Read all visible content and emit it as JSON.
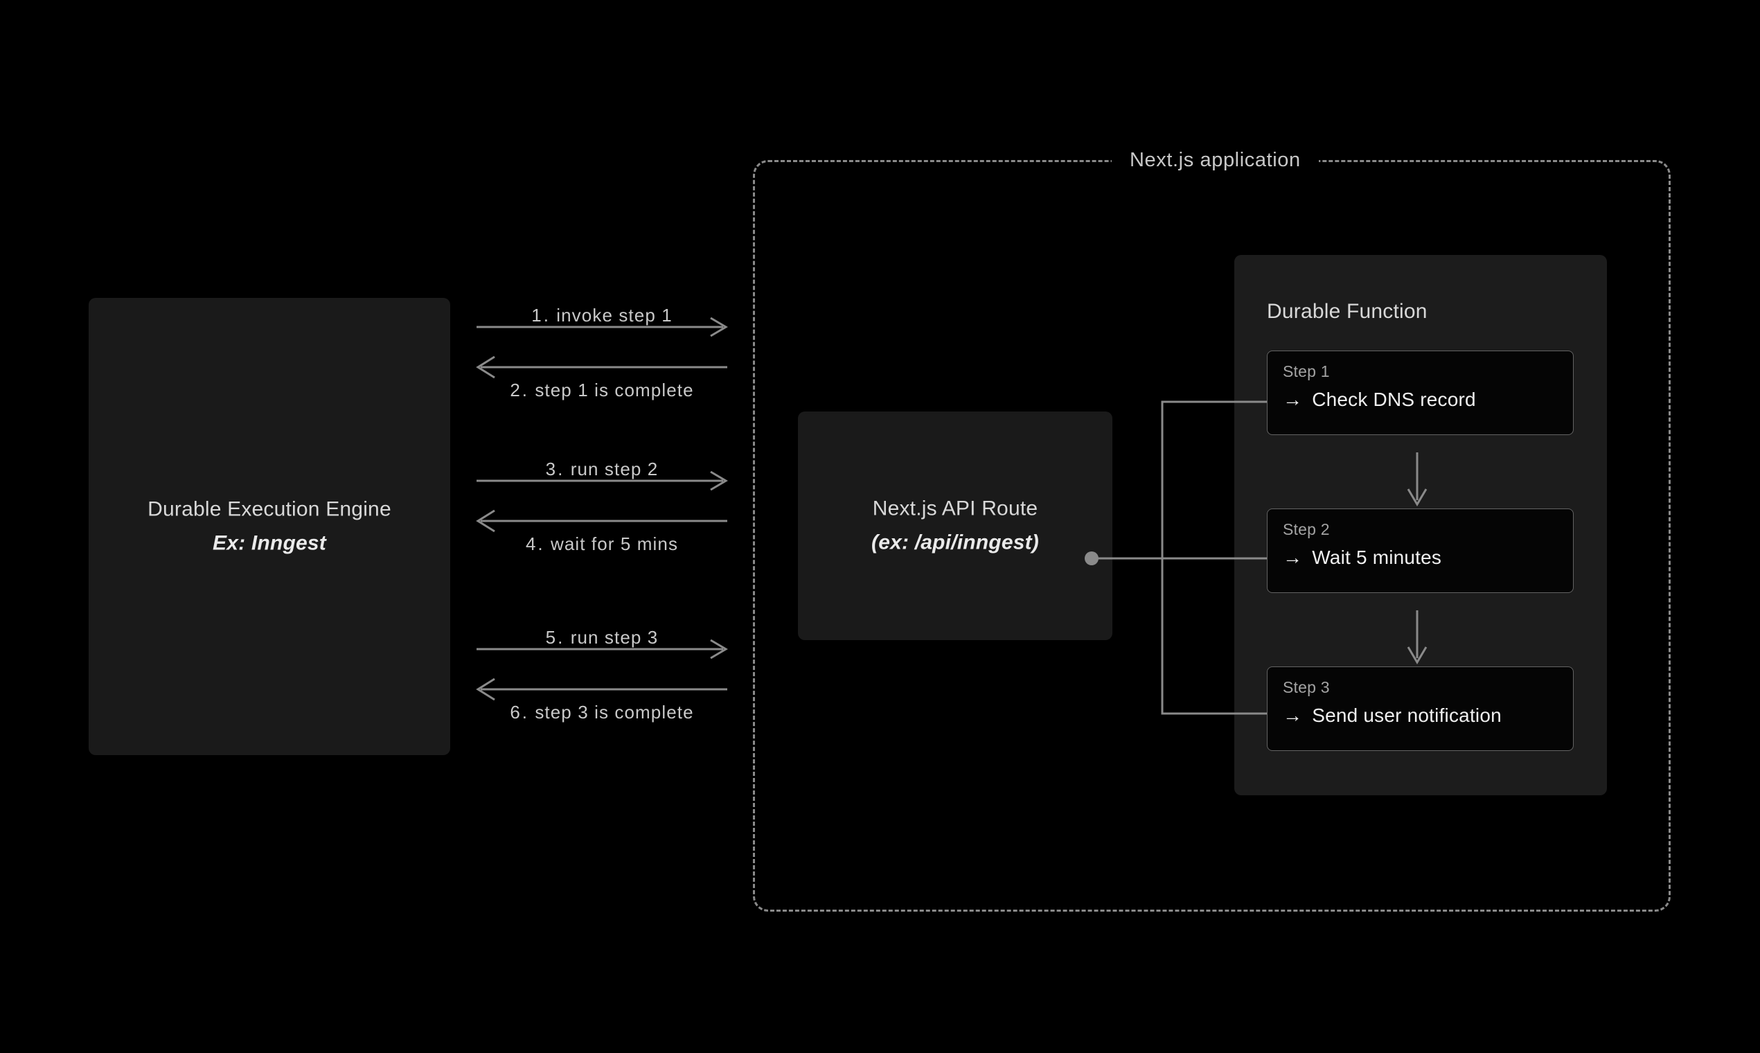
{
  "engine": {
    "title": "Durable Execution Engine",
    "subtitle": "Ex: Inngest"
  },
  "messages": [
    {
      "num": "1.",
      "text": "invoke step 1",
      "direction": "right",
      "label_position": "above"
    },
    {
      "num": "2.",
      "text": "step 1 is complete",
      "direction": "left",
      "label_position": "below"
    },
    {
      "num": "3.",
      "text": "run step 2",
      "direction": "right",
      "label_position": "above"
    },
    {
      "num": "4.",
      "text": "wait for 5 mins",
      "direction": "left",
      "label_position": "below"
    },
    {
      "num": "5.",
      "text": "run step 3",
      "direction": "right",
      "label_position": "above"
    },
    {
      "num": "6.",
      "text": "step 3 is complete",
      "direction": "left",
      "label_position": "below"
    }
  ],
  "nextjs": {
    "title": "Next.js application",
    "api_route": {
      "title": "Next.js API Route",
      "subtitle": "(ex: /api/inngest)"
    },
    "durable_function": {
      "title": "Durable Function",
      "steps": [
        {
          "kicker": "Step 1",
          "arrow": "→",
          "text": "Check DNS record"
        },
        {
          "kicker": "Step 2",
          "arrow": "→",
          "text": "Wait 5 minutes"
        },
        {
          "kicker": "Step 3",
          "arrow": "→",
          "text": "Send user notification"
        }
      ]
    }
  },
  "colors": {
    "background": "#000000",
    "panel": "#1a1a1a",
    "panel_alt": "#1c1c1c",
    "card": "#050505",
    "stroke": "#8a8a8a",
    "text": "#d8d8d8",
    "muted": "#a3a3a3"
  }
}
